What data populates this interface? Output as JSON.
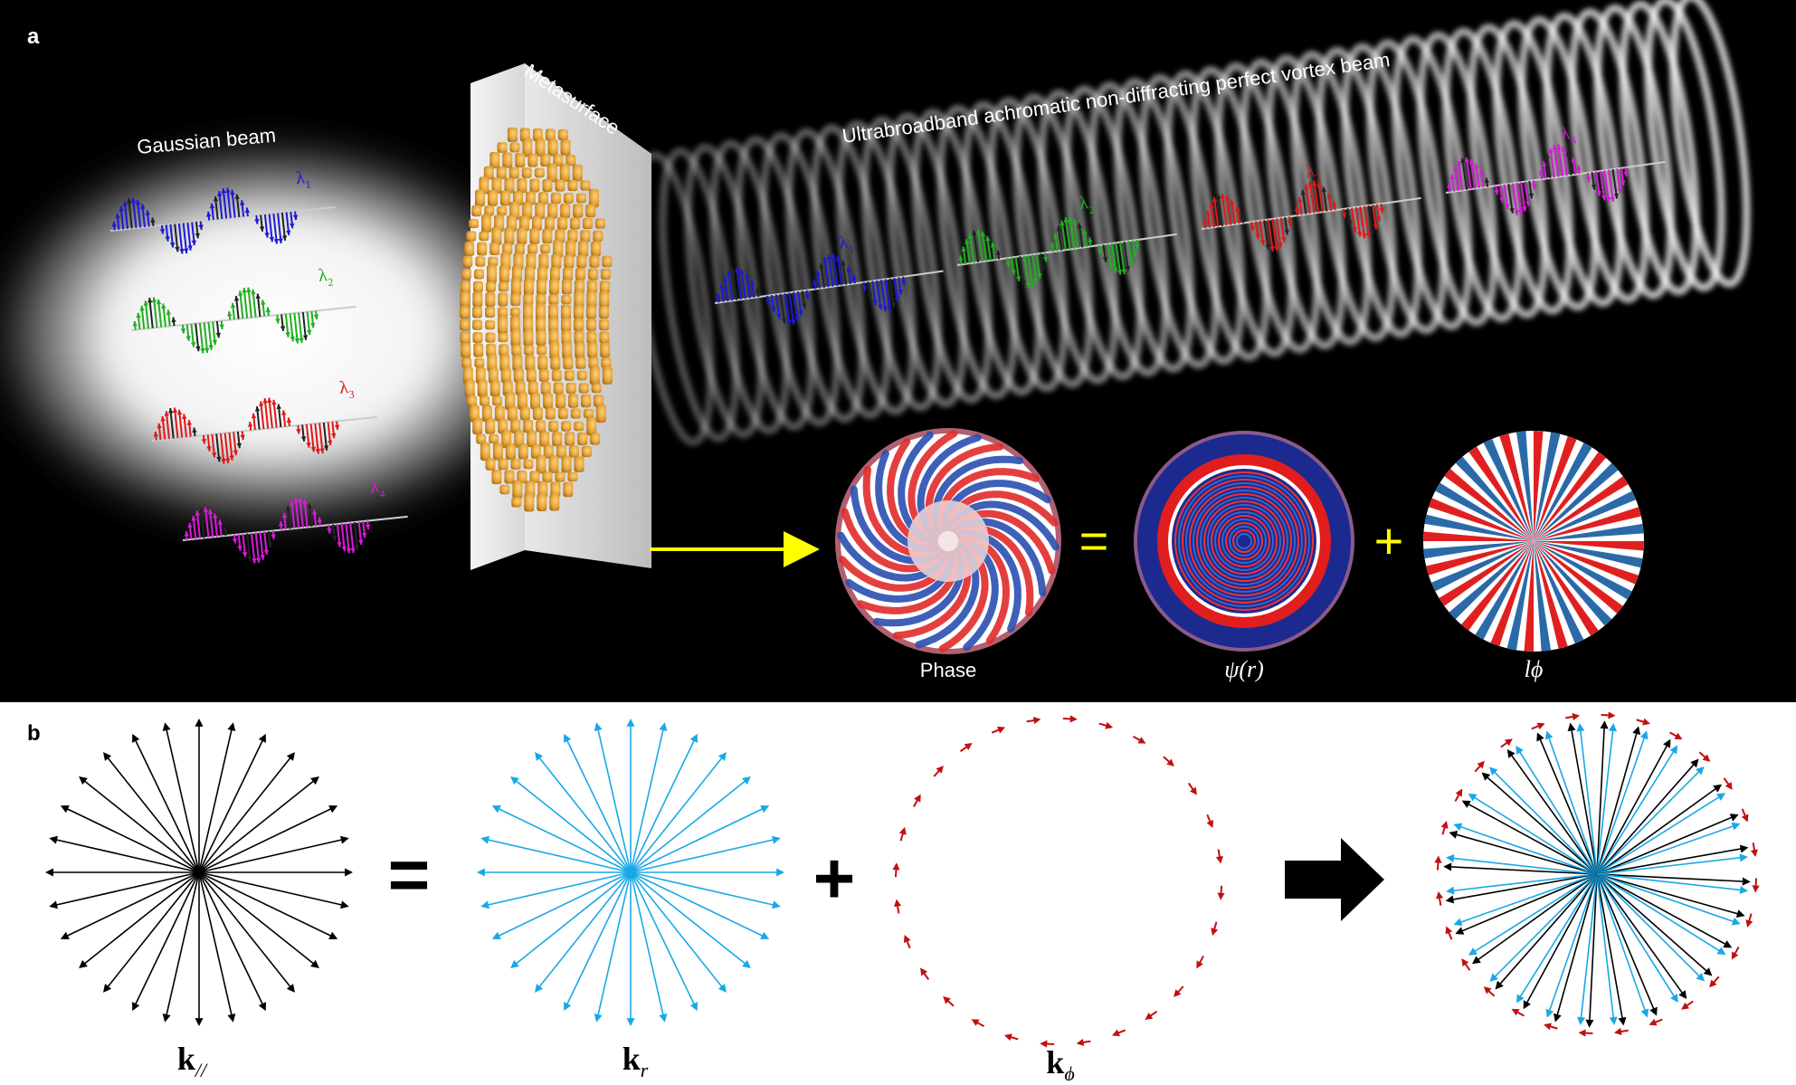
{
  "panel_a": {
    "label": "a",
    "gaussian_label": "Gaussian beam",
    "metasurface_label": "Metasurface",
    "beam_label": "Ultrabroadband achromatic non-diffracting perfect vortex beam",
    "lambda": {
      "symbol": "λ",
      "subs": [
        "1",
        "2",
        "3",
        "4"
      ]
    },
    "wave_colors": [
      "#1a1ad6",
      "#1fb01f",
      "#e01818",
      "#d81ad8"
    ],
    "equation": {
      "equals": "=",
      "plus": "+",
      "captions": {
        "phase": "Phase",
        "psi": "ψ(r)",
        "lphi": "lϕ"
      }
    },
    "arrow_color": "#ffff00"
  },
  "panel_b": {
    "label": "b",
    "equals": "=",
    "plus": "+",
    "labels": {
      "k_par_main": "k",
      "k_par_sub": "//",
      "k_r_main": "k",
      "k_r_sub": "r",
      "k_phi_main": "k",
      "k_phi_sub": "ϕ"
    },
    "arrow_counts": {
      "radial": 28,
      "azimuthal": 28
    },
    "colors": {
      "k_par": "#000000",
      "k_r": "#19a8e6",
      "k_phi": "#c01010"
    }
  }
}
